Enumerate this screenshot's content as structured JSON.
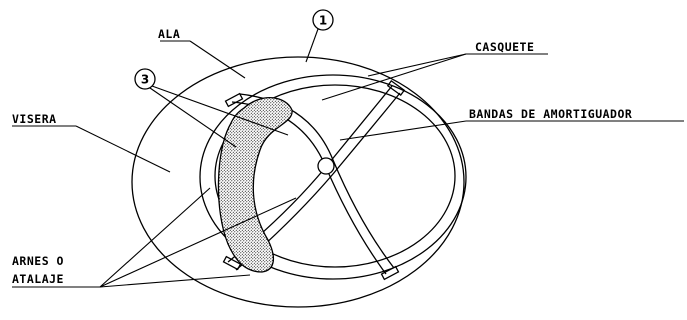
{
  "labels": {
    "ala": "ALA",
    "casquete": "CASQUETE",
    "visera": "VISERA",
    "bandas": "BANDAS DE AMORTIGUADOR",
    "arnes_line1": "ARNES O",
    "arnes_line2": "ATALAJE"
  },
  "callouts": {
    "one": "1",
    "three": "3"
  },
  "colors": {
    "line": "#000000",
    "background": "#ffffff",
    "padding_fill": "stippled-gray"
  }
}
